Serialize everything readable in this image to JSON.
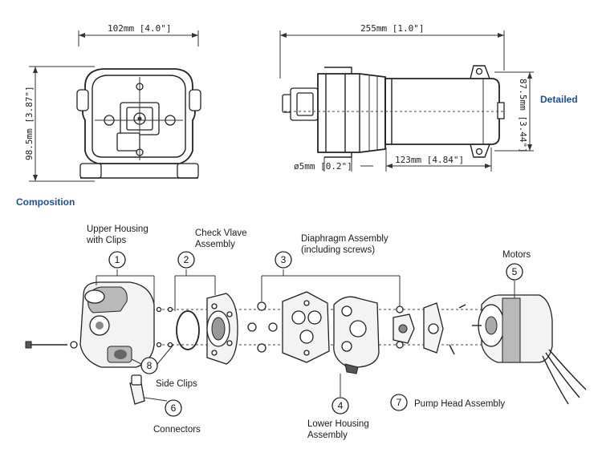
{
  "sections": {
    "detailed": "Detailed",
    "composition": "Composition"
  },
  "dimensions": {
    "front_width": "102mm [4.0\"]",
    "front_height": "98.5mm [3.87\"]",
    "side_length": "255mm [1.0\"]",
    "side_height": "87.5mm [3.44\"]",
    "hole": "ø5mm [0.2\"]",
    "motor_length": "123mm [4.84\"]"
  },
  "parts": [
    {
      "number": "1",
      "label_lines": [
        "Upper Housing",
        "with Clips"
      ]
    },
    {
      "number": "2",
      "label_lines": [
        "Check Vlave",
        "Assembly"
      ]
    },
    {
      "number": "3",
      "label_lines": [
        "Diaphragm Assembly",
        "(including screws)"
      ]
    },
    {
      "number": "4",
      "label_lines": [
        "Lower Housing",
        "Assembly"
      ]
    },
    {
      "number": "5",
      "label_lines": [
        "Motors"
      ]
    },
    {
      "number": "6",
      "label_lines": [
        "Connectors"
      ]
    },
    {
      "number": "7",
      "label_lines": [
        "Pump Head Assembly"
      ]
    },
    {
      "number": "8",
      "label_lines": [
        "Side Clips"
      ]
    }
  ]
}
